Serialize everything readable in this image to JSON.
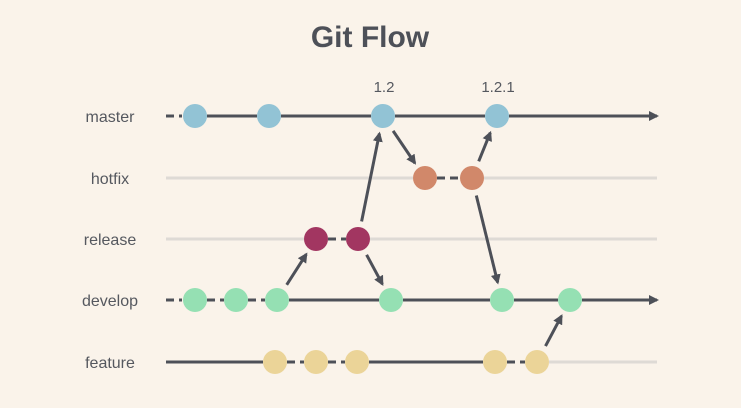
{
  "title": "Git Flow",
  "colors": {
    "background": "#faf3ea",
    "title": "#4d5058",
    "label": "#55585f",
    "line_dark": "#4d5058",
    "line_light": "#dedad5",
    "arrow": "#4d5058",
    "master": "#92c3d5",
    "hotfix": "#d1886a",
    "release": "#a23661",
    "develop": "#95e0b3",
    "feature": "#ebd498"
  },
  "branches": [
    {
      "id": "master",
      "label": "master"
    },
    {
      "id": "hotfix",
      "label": "hotfix"
    },
    {
      "id": "release",
      "label": "release"
    },
    {
      "id": "develop",
      "label": "develop"
    },
    {
      "id": "feature",
      "label": "feature"
    }
  ],
  "tags": [
    {
      "commit": "m3",
      "text": "1.2"
    },
    {
      "commit": "m4",
      "text": "1.2.1"
    }
  ],
  "commits": [
    {
      "id": "m1",
      "branch": "master"
    },
    {
      "id": "m2",
      "branch": "master"
    },
    {
      "id": "m3",
      "branch": "master"
    },
    {
      "id": "m4",
      "branch": "master"
    },
    {
      "id": "h1",
      "branch": "hotfix"
    },
    {
      "id": "h2",
      "branch": "hotfix"
    },
    {
      "id": "r1",
      "branch": "release"
    },
    {
      "id": "r2",
      "branch": "release"
    },
    {
      "id": "d1",
      "branch": "develop"
    },
    {
      "id": "d2",
      "branch": "develop"
    },
    {
      "id": "d3",
      "branch": "develop"
    },
    {
      "id": "d4",
      "branch": "develop"
    },
    {
      "id": "d5",
      "branch": "develop"
    },
    {
      "id": "d6",
      "branch": "develop"
    },
    {
      "id": "f1",
      "branch": "feature"
    },
    {
      "id": "f2",
      "branch": "feature"
    },
    {
      "id": "f3",
      "branch": "feature"
    },
    {
      "id": "f4",
      "branch": "feature"
    },
    {
      "id": "f5",
      "branch": "feature"
    }
  ],
  "merges": [
    {
      "from": "d3",
      "to": "r1"
    },
    {
      "from": "r2",
      "to": "m3"
    },
    {
      "from": "r2",
      "to": "d4"
    },
    {
      "from": "m3",
      "to": "h1"
    },
    {
      "from": "h2",
      "to": "m4"
    },
    {
      "from": "h2",
      "to": "d5"
    },
    {
      "from": "f5",
      "to": "d6"
    }
  ]
}
